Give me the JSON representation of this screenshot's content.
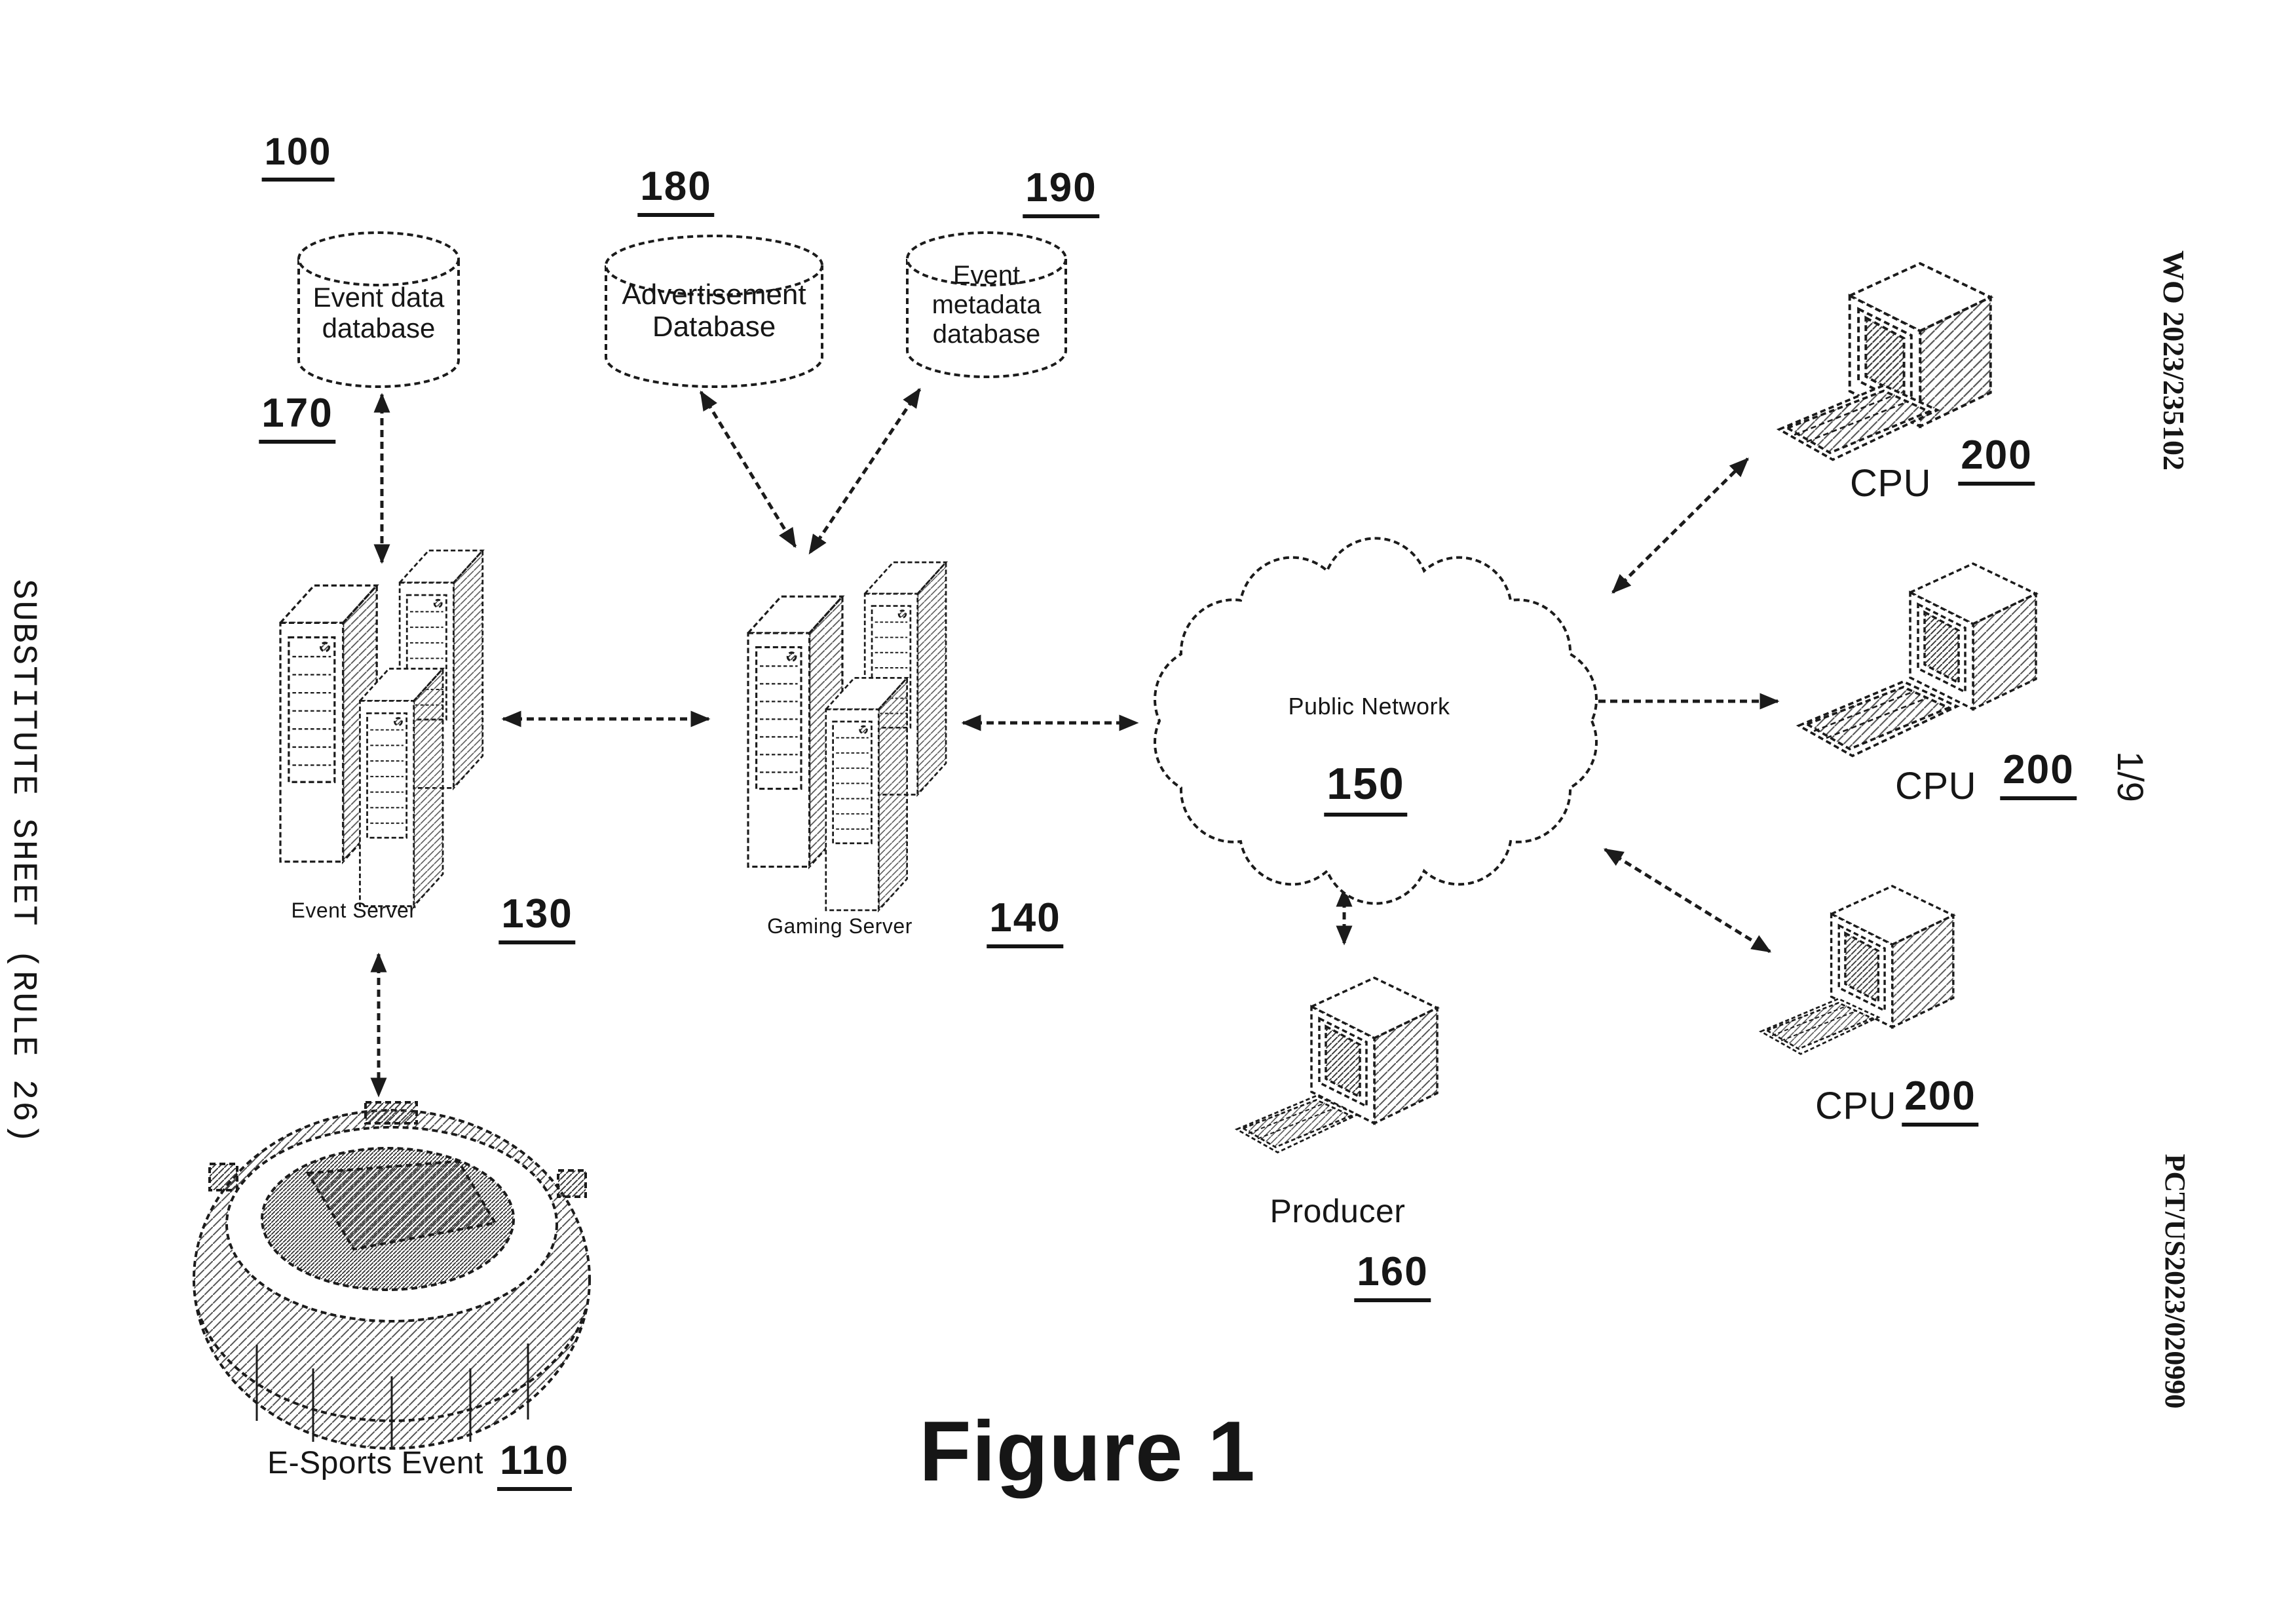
{
  "page": {
    "sheet_footer_left": "SUBSTITUTE SHEET (RULE 26)",
    "publication_number": "WO 2023/235102",
    "page_indicator": "1/9",
    "application_number": "PCT/US2023/020990",
    "figure_title": "Figure 1",
    "system_ref": "100"
  },
  "nodes": {
    "event_data_db": {
      "label": "Event data database",
      "ref": "170"
    },
    "advertisement_db": {
      "label": "Advertisement Database",
      "ref": "180"
    },
    "event_metadata_db": {
      "label": "Event metadata database",
      "ref": "190"
    },
    "event_server": {
      "label": "Event Server",
      "ref": "130"
    },
    "gaming_server": {
      "label": "Gaming Server",
      "ref": "140"
    },
    "public_network": {
      "label": "Public Network",
      "ref": "150"
    },
    "producer": {
      "label": "Producer",
      "ref": "160"
    },
    "cpu_top": {
      "label": "CPU",
      "ref": "200"
    },
    "cpu_middle": {
      "label": "CPU",
      "ref": "200"
    },
    "cpu_bottom": {
      "label": "CPU",
      "ref": "200"
    },
    "esports_event": {
      "label": "E-Sports Event",
      "ref": "110"
    }
  },
  "colors": {
    "ink": "#1b1b1b",
    "paper": "#ffffff"
  }
}
